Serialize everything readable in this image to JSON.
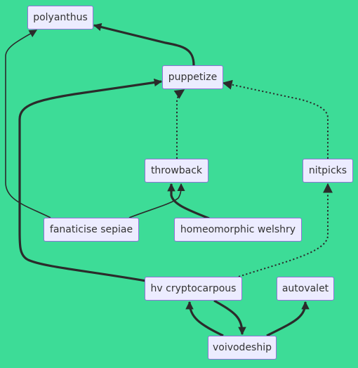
{
  "colors": {
    "background": "#3ddc97",
    "node_fill": "#ececff",
    "node_border": "#9370db",
    "edge": "#2b2b2b",
    "text": "#333333"
  },
  "nodes": {
    "polyanthus": "polyanthus",
    "puppetize": "puppetize",
    "throwback": "throwback",
    "nitpicks": "nitpicks",
    "fanaticise_sepiae": "fanaticise sepiae",
    "homeomorphic_welshry": "homeomorphic welshry",
    "hv_cryptocarpous": "hv cryptocarpous",
    "autovalet": "autovalet",
    "voivodeship": "voivodeship"
  },
  "edges": [
    {
      "from": "puppetize",
      "to": "polyanthus",
      "style": "thick"
    },
    {
      "from": "fanaticise sepiae",
      "to": "polyanthus",
      "style": "normal"
    },
    {
      "from": "hv cryptocarpous",
      "to": "puppetize",
      "style": "thick"
    },
    {
      "from": "throwback",
      "to": "puppetize",
      "style": "dotted"
    },
    {
      "from": "nitpicks",
      "to": "puppetize",
      "style": "dotted"
    },
    {
      "from": "fanaticise sepiae",
      "to": "throwback",
      "style": "normal"
    },
    {
      "from": "homeomorphic welshry",
      "to": "throwback",
      "style": "thick"
    },
    {
      "from": "hv cryptocarpous",
      "to": "nitpicks",
      "style": "dotted"
    },
    {
      "from": "hv cryptocarpous",
      "to": "voivodeship",
      "style": "thick"
    },
    {
      "from": "voivodeship",
      "to": "hv cryptocarpous",
      "style": "thick"
    },
    {
      "from": "voivodeship",
      "to": "autovalet",
      "style": "thick"
    }
  ]
}
